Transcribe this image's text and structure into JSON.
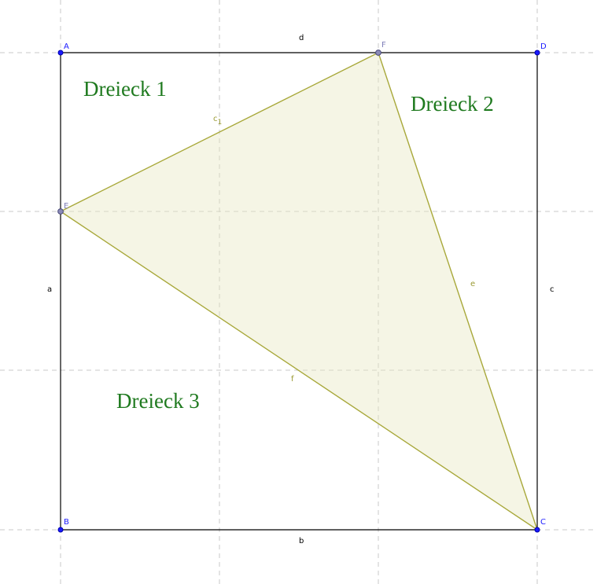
{
  "colors": {
    "background": "#ffffff",
    "point_fill": "#1a1aff",
    "point_fill_free": "#8a8ab8",
    "point_label": "#1a1aff",
    "point_label_free": "#7f7fb8",
    "square_line": "#000000",
    "triangle_line": "#a8a83a",
    "triangle_fill": "#e6e6c2",
    "triangle_label": "#9a9a33",
    "region_label": "#1f7a1f"
  },
  "points": [
    {
      "id": "A",
      "label": "A",
      "type": "fixed"
    },
    {
      "id": "B",
      "label": "B",
      "type": "fixed"
    },
    {
      "id": "C",
      "label": "C",
      "type": "fixed"
    },
    {
      "id": "D",
      "label": "D",
      "type": "fixed"
    },
    {
      "id": "E",
      "label": "E",
      "type": "free"
    },
    {
      "id": "F",
      "label": "F",
      "type": "free"
    }
  ],
  "square_sides": [
    {
      "id": "a",
      "label": "a",
      "from": "A",
      "to": "B"
    },
    {
      "id": "b",
      "label": "b",
      "from": "B",
      "to": "C"
    },
    {
      "id": "c",
      "label": "c",
      "from": "C",
      "to": "D"
    },
    {
      "id": "d",
      "label": "d",
      "from": "D",
      "to": "A"
    }
  ],
  "triangle": {
    "vertices": [
      "E",
      "F",
      "C"
    ],
    "edges": [
      {
        "id": "c1",
        "label": "c",
        "subscript": "1",
        "from": "E",
        "to": "F"
      },
      {
        "id": "e",
        "label": "e",
        "from": "F",
        "to": "C"
      },
      {
        "id": "f",
        "label": "f",
        "from": "C",
        "to": "E"
      }
    ]
  },
  "regions": [
    {
      "id": "dreieck-1",
      "label": "Dreieck 1"
    },
    {
      "id": "dreieck-2",
      "label": "Dreieck 2"
    },
    {
      "id": "dreieck-3",
      "label": "Dreieck 3"
    }
  ]
}
